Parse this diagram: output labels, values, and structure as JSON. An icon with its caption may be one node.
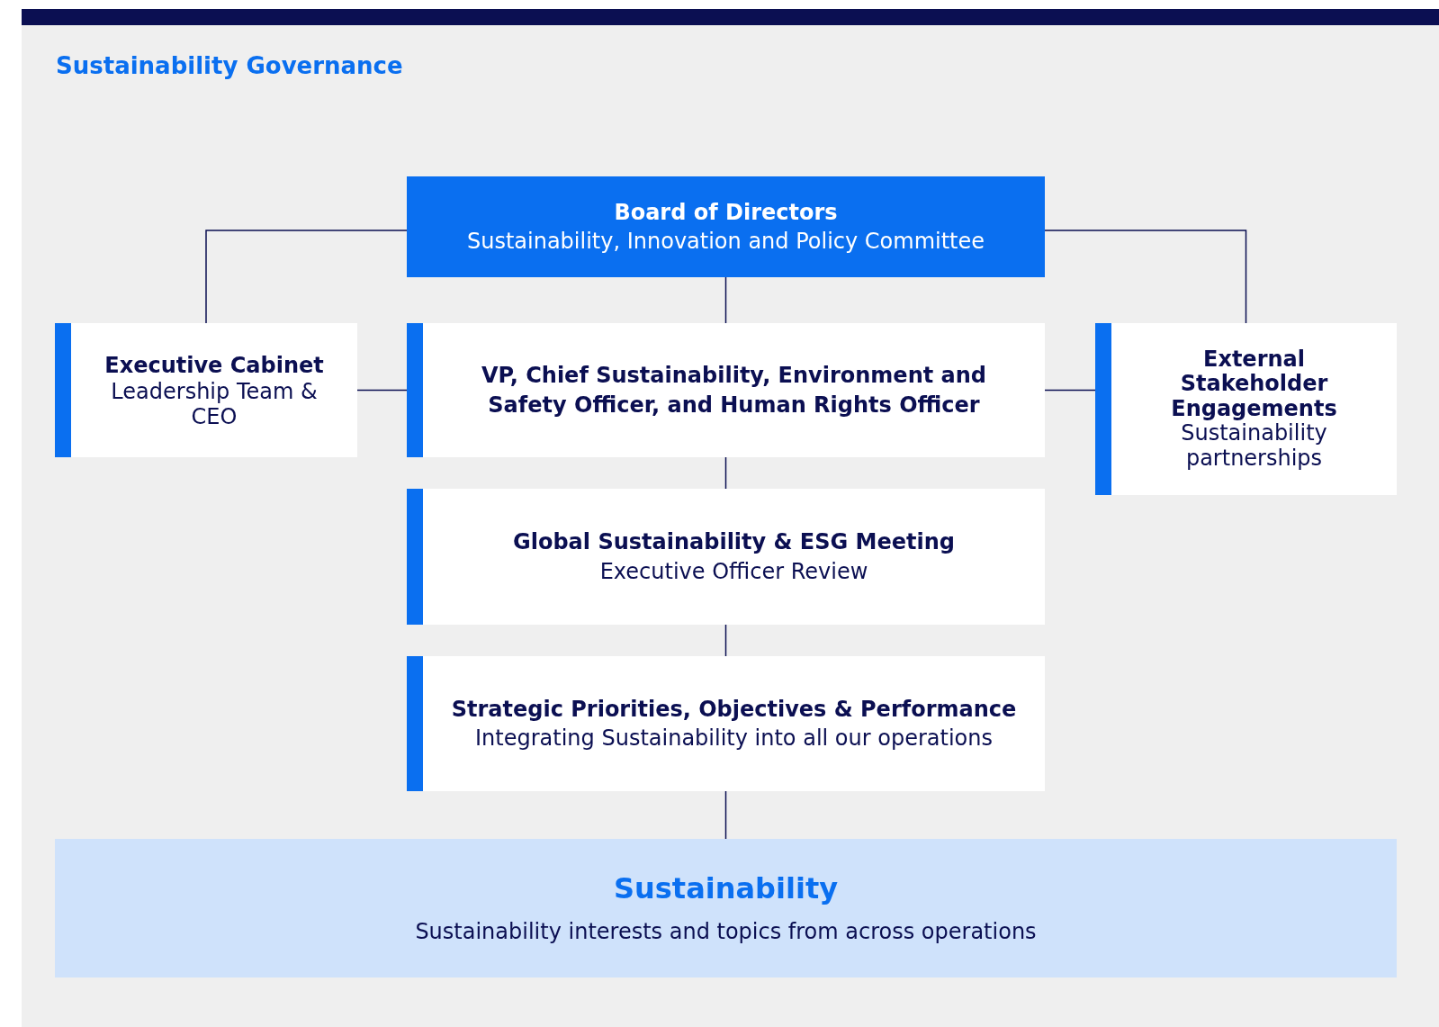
{
  "diagram": {
    "title": "Sustainability Governance",
    "nodes": [
      {
        "text": [
          "Board of Directors",
          "Sustainability, Innovation and Policy Committee"
        ]
      },
      {
        "text": [
          "Executive Cabinet",
          "Leadership Team & CEO"
        ]
      },
      {
        "text": [
          "VP, Chief Sustainability, Environment and Safety Officer, and Human Rights Officer"
        ]
      },
      {
        "text": [
          "External Stakeholder Engagements",
          "Sustainability partnerships"
        ]
      },
      {
        "text": [
          "Global Sustainability & ESG Meeting",
          "Executive Officer Review"
        ]
      },
      {
        "text": [
          "Strategic Priorities, Objectives & Performance",
          "Integrating Sustainability into all our operations"
        ]
      },
      {
        "text": [
          "Sustainability",
          "Sustainability interests and topics from across operations"
        ]
      }
    ],
    "edges": [
      {
        "from": 0,
        "to": 1,
        "arrow": "none"
      },
      {
        "from": 0,
        "to": 3,
        "arrow": "none"
      },
      {
        "from": 0,
        "to": 2,
        "arrow": "none"
      },
      {
        "from": 1,
        "to": 2,
        "arrow": "none"
      },
      {
        "from": 2,
        "to": 3,
        "arrow": "none"
      },
      {
        "from": 2,
        "to": 4,
        "arrow": "none"
      },
      {
        "from": 4,
        "to": 5,
        "arrow": "none"
      },
      {
        "from": 5,
        "to": 6,
        "arrow": "none"
      }
    ]
  }
}
